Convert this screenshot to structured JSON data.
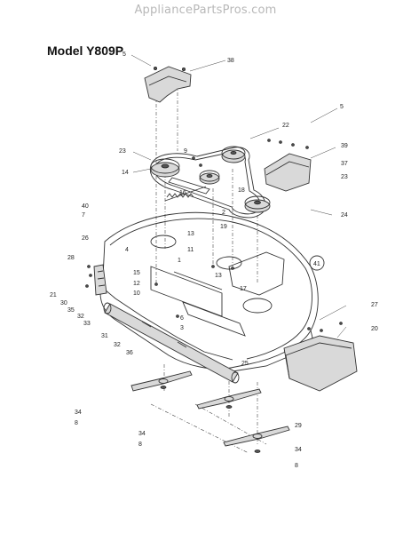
{
  "watermark": "AppliancePartsPros.com",
  "model_title": "Model Y809P",
  "callouts": [
    {
      "id": "c-5a",
      "label": "5"
    },
    {
      "id": "c-38",
      "label": "38"
    },
    {
      "id": "c-22",
      "label": "22"
    },
    {
      "id": "c-5b",
      "label": "5"
    },
    {
      "id": "c-39",
      "label": "39"
    },
    {
      "id": "c-37",
      "label": "37"
    },
    {
      "id": "c-23a",
      "label": "23"
    },
    {
      "id": "c-23b",
      "label": "23"
    },
    {
      "id": "c-9",
      "label": "9"
    },
    {
      "id": "c-14",
      "label": "14"
    },
    {
      "id": "c-16",
      "label": "16"
    },
    {
      "id": "c-18",
      "label": "18"
    },
    {
      "id": "c-40",
      "label": "40"
    },
    {
      "id": "c-7",
      "label": "7"
    },
    {
      "id": "c-2",
      "label": "2"
    },
    {
      "id": "c-24",
      "label": "24"
    },
    {
      "id": "c-19",
      "label": "19"
    },
    {
      "id": "c-13a",
      "label": "13"
    },
    {
      "id": "c-26",
      "label": "26"
    },
    {
      "id": "c-4",
      "label": "4"
    },
    {
      "id": "c-11",
      "label": "11"
    },
    {
      "id": "c-41",
      "label": "41"
    },
    {
      "id": "c-28",
      "label": "28"
    },
    {
      "id": "c-1",
      "label": "1"
    },
    {
      "id": "c-15",
      "label": "15"
    },
    {
      "id": "c-13b",
      "label": "13"
    },
    {
      "id": "c-12",
      "label": "12"
    },
    {
      "id": "c-17",
      "label": "17"
    },
    {
      "id": "c-21",
      "label": "21"
    },
    {
      "id": "c-10",
      "label": "10"
    },
    {
      "id": "c-30",
      "label": "30"
    },
    {
      "id": "c-35",
      "label": "35"
    },
    {
      "id": "c-32a",
      "label": "32"
    },
    {
      "id": "c-33",
      "label": "33"
    },
    {
      "id": "c-6",
      "label": "6"
    },
    {
      "id": "c-3",
      "label": "3"
    },
    {
      "id": "c-27",
      "label": "27"
    },
    {
      "id": "c-20",
      "label": "20"
    },
    {
      "id": "c-31",
      "label": "31"
    },
    {
      "id": "c-32b",
      "label": "32"
    },
    {
      "id": "c-36",
      "label": "36"
    },
    {
      "id": "c-25",
      "label": "25"
    },
    {
      "id": "c-34a",
      "label": "34"
    },
    {
      "id": "c-8a",
      "label": "8"
    },
    {
      "id": "c-29",
      "label": "29"
    },
    {
      "id": "c-34b",
      "label": "34"
    },
    {
      "id": "c-8b",
      "label": "8"
    },
    {
      "id": "c-34c",
      "label": "34"
    },
    {
      "id": "c-8c",
      "label": "8"
    }
  ]
}
